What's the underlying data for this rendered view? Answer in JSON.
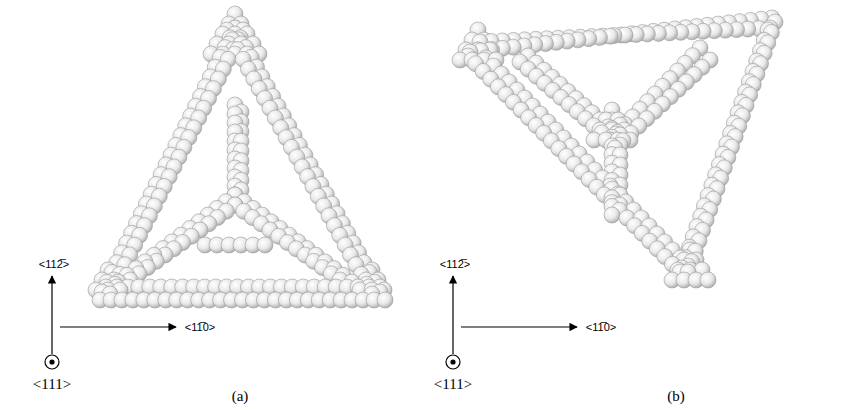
{
  "diagram": {
    "labels": [
      "<112̅>",
      "<11̅0>",
      "<111>",
      "(a)",
      "<112̅>",
      "<11̅0>",
      "<111>",
      "(b)"
    ]
  }
}
